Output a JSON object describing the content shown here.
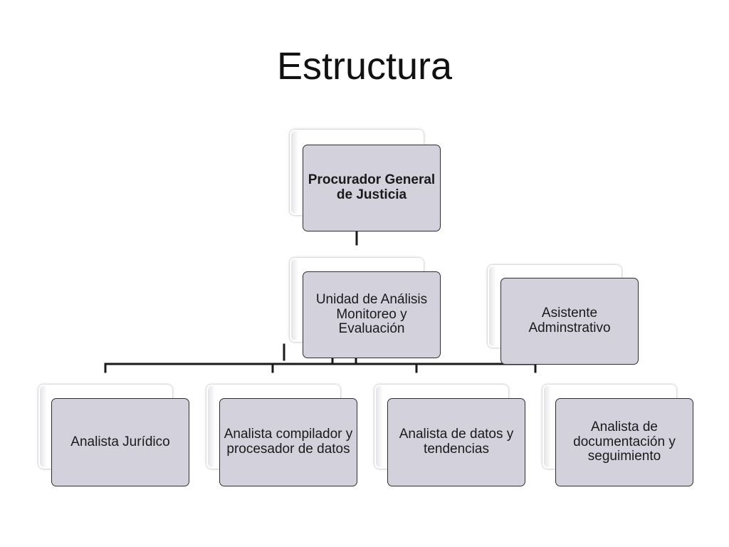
{
  "title": "Estructura",
  "nodes": {
    "procurador": "Procurador General de Justicia",
    "unidad": "Unidad de Análisis Monitoreo y Evaluación",
    "asistente": "Asistente Adminstrativo",
    "juridico": "Analista Jurídico",
    "compilador": "Analista compilador y procesador de datos",
    "tendencias": "Analista de datos y tendencias",
    "documentacion": "Analista de documentación y seguimiento"
  },
  "colors": {
    "box_fill": "#d3d1db",
    "box_border": "#2e2e2e",
    "connector": "#1a1a1a"
  }
}
